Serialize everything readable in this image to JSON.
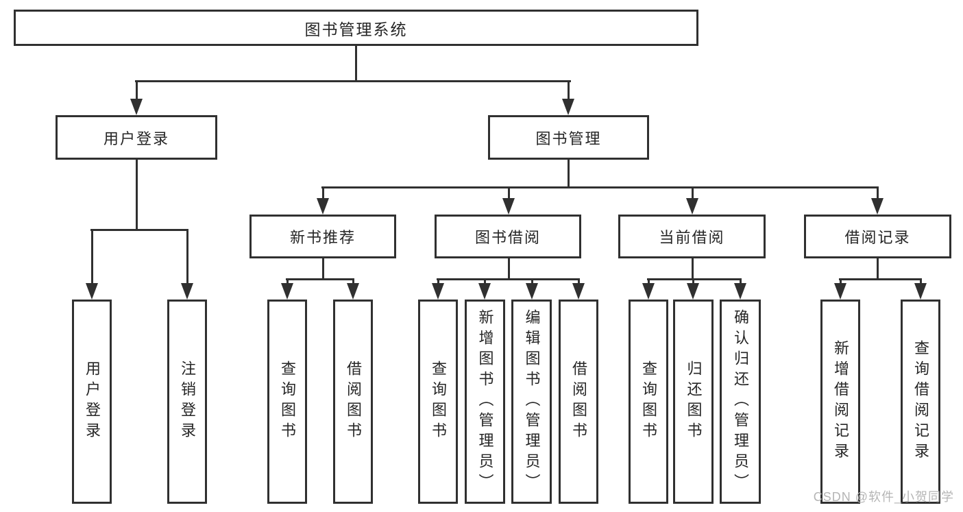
{
  "diagram": {
    "root": {
      "label": "图书管理系统"
    },
    "level2": {
      "user_login": "用户登录",
      "book_management": "图书管理"
    },
    "level3": {
      "new_book_recommendation": "新书推荐",
      "book_borrowing": "图书借阅",
      "current_borrowing": "当前借阅",
      "borrowing_records": "借阅记录"
    },
    "level4": {
      "user_login_children": [
        "用户登录",
        "注销登录"
      ],
      "new_book_children": [
        "查询图书",
        "借阅图书"
      ],
      "book_borrowing_children": [
        "查询图书",
        "新增图书（管理员）",
        "编辑图书（管理员）",
        "借阅图书"
      ],
      "current_borrowing_children": [
        "查询图书",
        "归还图书",
        "确认归还（管理员）"
      ],
      "borrowing_records_children": [
        "新增借阅记录",
        "查询借阅记录"
      ]
    }
  },
  "watermark": {
    "text": "CSDN @软件_小贺同学"
  },
  "colors": {
    "line": "#303030",
    "text": "#262626",
    "watermark": "#b5b5b5",
    "background": "#ffffff"
  }
}
